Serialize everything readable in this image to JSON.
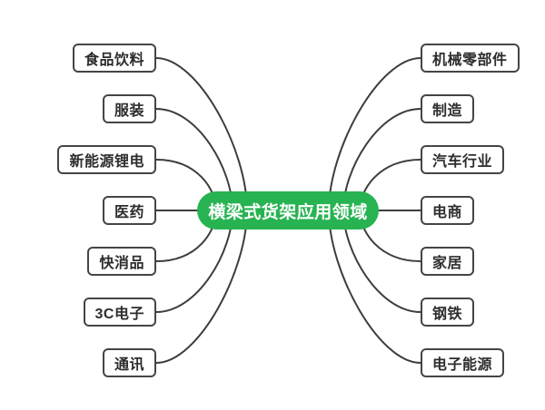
{
  "diagram": {
    "type": "mindmap",
    "center": {
      "label": "横梁式货架应用领域",
      "bg_color": "#27B351",
      "text_color": "#FFFFFF"
    },
    "left_branches": [
      {
        "label": "食品饮料"
      },
      {
        "label": "服装"
      },
      {
        "label": "新能源锂电"
      },
      {
        "label": "医药"
      },
      {
        "label": "快消品"
      },
      {
        "label": "3C电子"
      },
      {
        "label": "通讯"
      }
    ],
    "right_branches": [
      {
        "label": "机械零部件"
      },
      {
        "label": "制造"
      },
      {
        "label": "汽车行业"
      },
      {
        "label": "电商"
      },
      {
        "label": "家居"
      },
      {
        "label": "钢铁"
      },
      {
        "label": "电子能源"
      }
    ],
    "colors": {
      "line": "#3D3D3D",
      "box_border": "#454545",
      "box_bg": "#FFFFFF",
      "box_text": "#2D2D2D",
      "background": "#FFFFFF"
    }
  }
}
